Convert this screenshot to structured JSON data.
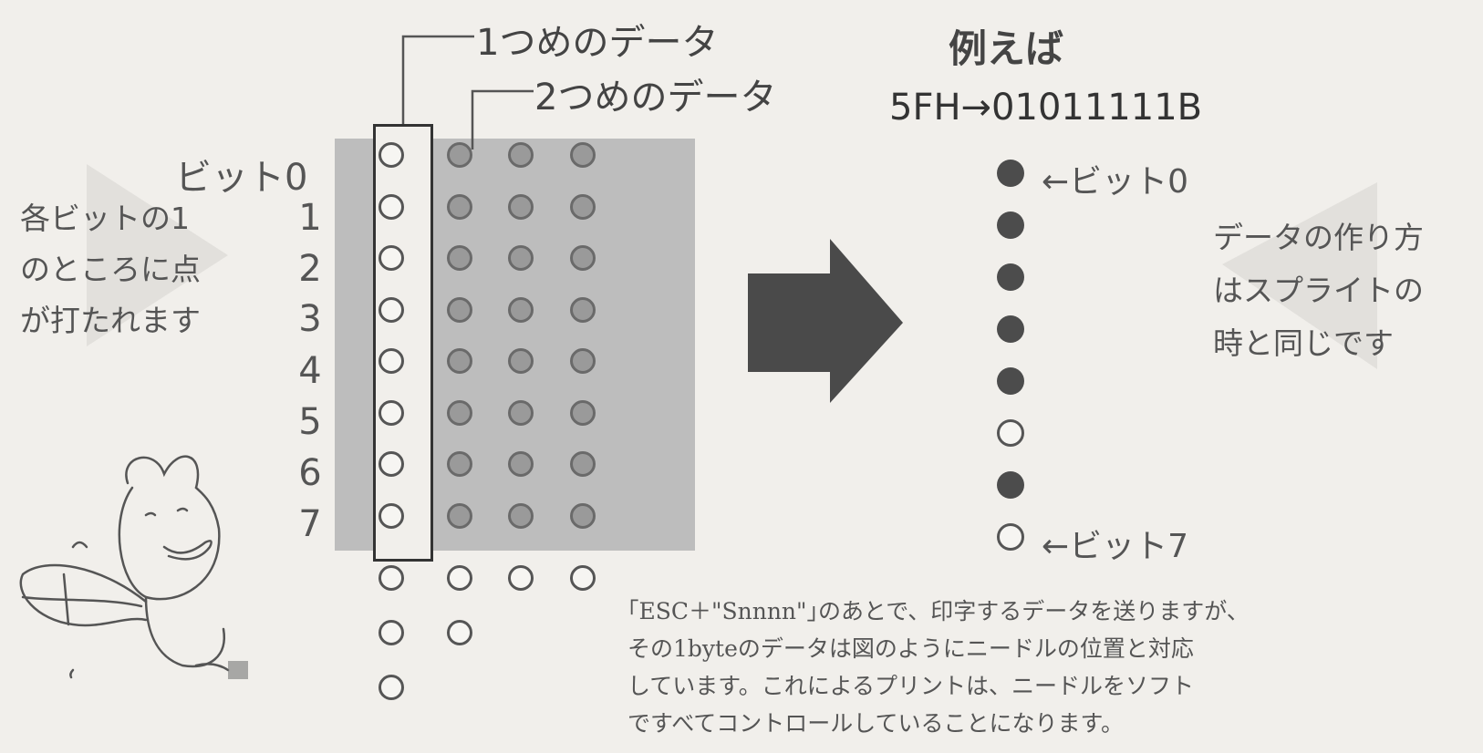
{
  "callouts": {
    "data1": "1つめのデータ",
    "data2": "2つめのデータ"
  },
  "bit_labels": [
    "ビット0",
    "1",
    "2",
    "3",
    "4",
    "5",
    "6",
    "7"
  ],
  "left_note": [
    "各ビットの1",
    "のところに点",
    "が打たれます"
  ],
  "example": {
    "title": "例えば",
    "value": "5FH→01011111B",
    "pointer_top": "←ビット0",
    "pointer_bottom": "←ビット7"
  },
  "dot_fill_bit0_to_bit7": [
    true,
    true,
    true,
    true,
    true,
    false,
    true,
    false
  ],
  "right_note": [
    "データの作り方",
    "はスプライトの",
    "時と同じです"
  ],
  "caption": [
    "｢ESC＋\"Snnnn\"｣のあとで、印字するデータを送りますが、",
    "その1byteのデータは図のようにニードルの位置と対応",
    "しています。これによるプリントは、ニードルをソフト",
    "ですべてコントロールしていることになります。"
  ],
  "colors": {
    "shade": "#bdbdbd",
    "dot_filled": "#4c4c4c",
    "arrow": "#4a4a4a"
  }
}
